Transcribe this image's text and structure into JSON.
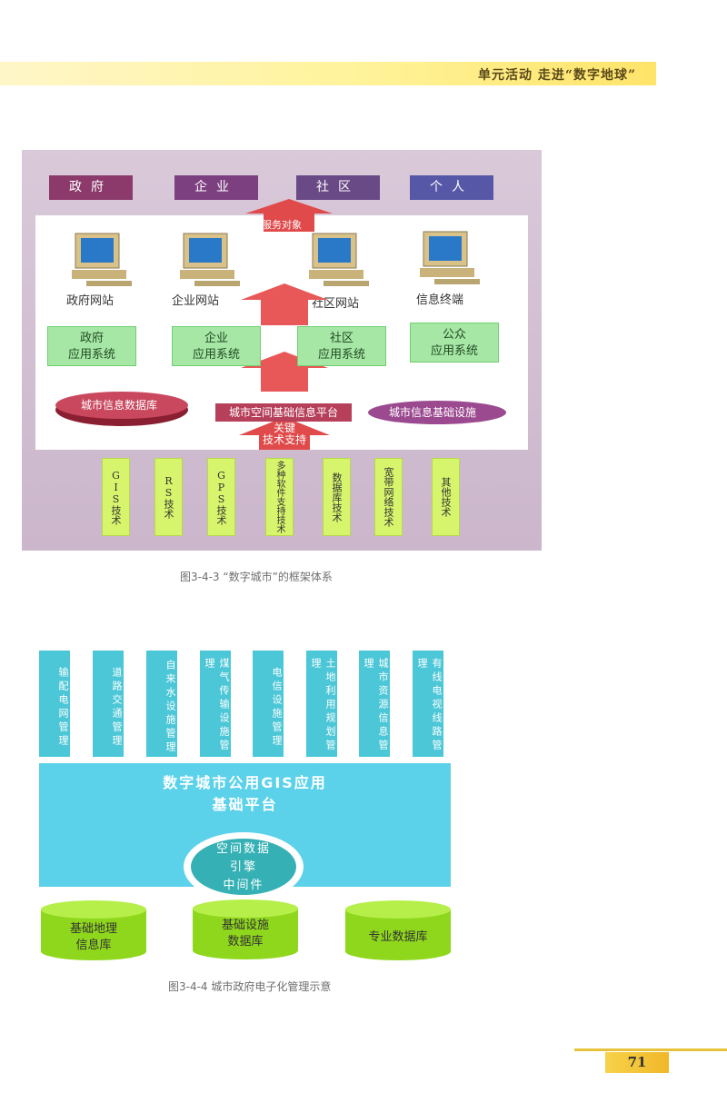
{
  "header": {
    "title": "单元活动 走进“数字地球”"
  },
  "fig1": {
    "service_targets": [
      {
        "label": "政府",
        "color": "#8b3a6b"
      },
      {
        "label": "企业",
        "color": "#7c3f80"
      },
      {
        "label": "社区",
        "color": "#6a4a86"
      },
      {
        "label": "个人",
        "color": "#5757a8"
      }
    ],
    "service_arrow_label": "服务对象",
    "computers": [
      "政府网站",
      "企业网站",
      "社区网站",
      "信息终端"
    ],
    "systems": [
      {
        "l1": "政府",
        "l2": "应用系统"
      },
      {
        "l1": "企业",
        "l2": "应用系统"
      },
      {
        "l1": "社区",
        "l2": "应用系统"
      },
      {
        "l1": "公众",
        "l2": "应用系统"
      }
    ],
    "databases": {
      "left": "城市信息数据库",
      "center": "城市空间基础信息平台",
      "right": "城市信息基础设施"
    },
    "key_tech": {
      "l1": "关键",
      "l2": "技术支持"
    },
    "technologies": [
      "GIS技术",
      "RS技术",
      "GPS技术",
      "多种软件支持技术",
      "数据库技术",
      "宽带网络技术",
      "其他技术"
    ],
    "caption": "图3-4-3 “数字城市”的框架体系"
  },
  "fig2": {
    "management": [
      "输配电网管理",
      "道路交通管理",
      "自来水设施管理",
      "煤气传输设施管理",
      "电信设施管理",
      "土地利用规划管理",
      "城市资源信息管理",
      "有线电视线路管理"
    ],
    "platform": {
      "l1": "数字城市公用GIS应用",
      "l2": "基础平台"
    },
    "engine": {
      "l1": "空间数据",
      "l2": "引擎",
      "l3": "中间件"
    },
    "databases": [
      {
        "l1": "基础地理",
        "l2": "信息库"
      },
      {
        "l1": "基础设施",
        "l2": "数据库"
      },
      {
        "l1": "专业数据库",
        "l2": ""
      }
    ],
    "caption": "图3-4-4 城市政府电子化管理示意"
  },
  "page_number": "71"
}
